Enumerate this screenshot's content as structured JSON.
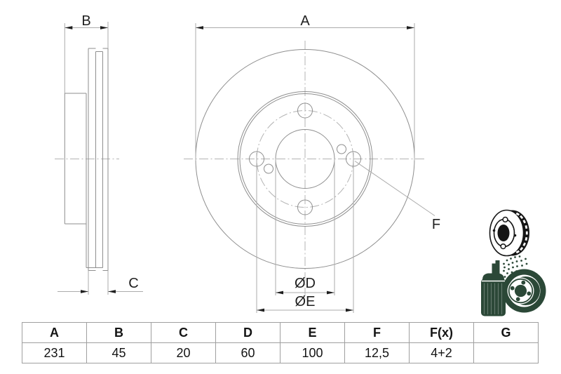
{
  "drawing": {
    "labels": {
      "a": "A",
      "b": "B",
      "c": "C",
      "d": "ØD",
      "e": "ØE",
      "f": "F"
    }
  },
  "table": {
    "headers": [
      "A",
      "B",
      "C",
      "D",
      "E",
      "F",
      "F(x)",
      "G"
    ],
    "values": [
      "231",
      "45",
      "20",
      "60",
      "100",
      "12,5",
      "4+2",
      ""
    ]
  },
  "icons": {
    "top": "vented-brake-disc-3d-icon",
    "bottom": "coated-brake-disc-spray-icon"
  },
  "colors": {
    "background": "#ffffff",
    "object_line": "#8e8e8e",
    "thin_line": "#ababab",
    "centerline": "#b3b3b3",
    "annotation": "#1f1f1f",
    "table_border": "#9f9f9f",
    "icon_black": "#151515",
    "icon_green": "#2b4837"
  }
}
